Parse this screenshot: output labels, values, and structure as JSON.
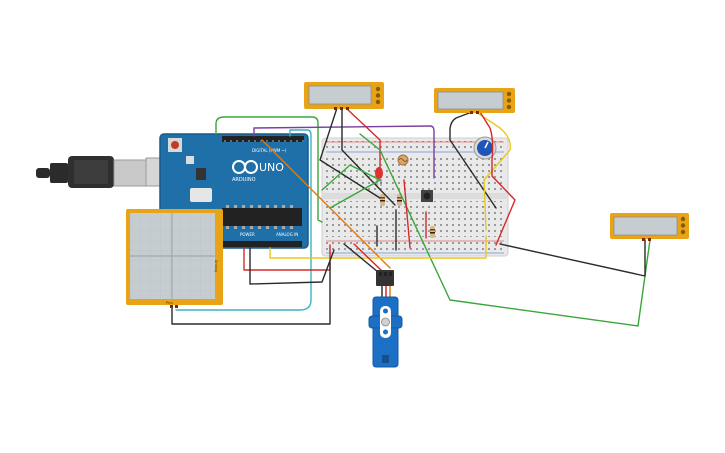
{
  "arduino": {
    "brand": "ARDUINO",
    "model": "UNO",
    "digital_label": "DIGITAL (PWM ~)",
    "power_label": "POWER",
    "analog_label": "ANALOG IN",
    "board_color": "#1f6fa8"
  },
  "sensor_panel": {
    "side_label": "Analog",
    "bottom_label": "Pins"
  },
  "colors": {
    "wire_red": "#d42a2a",
    "wire_black": "#2b2b2b",
    "wire_green": "#3aa63a",
    "wire_purple": "#7b3fa0",
    "wire_orange": "#e07a10",
    "wire_yellow": "#e8c81c",
    "wire_teal": "#3cb3c3",
    "module_frame": "#e8a317",
    "lcd_screen": "#c6cdd1",
    "servo_body": "#1b6fc4"
  }
}
